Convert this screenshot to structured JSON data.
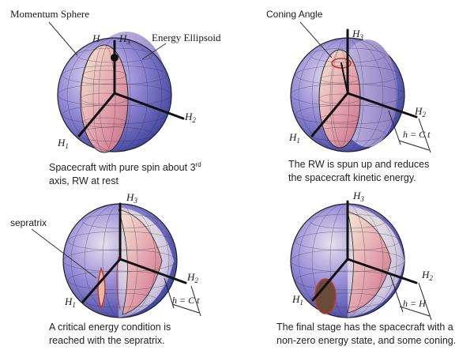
{
  "colors": {
    "sphere_light": "#e7dde8",
    "sphere_blue": "#6a6fcf",
    "sphere_dark": "#3a3f9e",
    "ellipsoid_light": "#f3dfcf",
    "ellipsoid_pink": "#d98a9c",
    "grid": "#2a2a3a",
    "axis": "#111111",
    "trajectory": "#c0392b"
  },
  "panels": [
    {
      "id": "top-left",
      "labels": {
        "sphere": "Momentum Sphere",
        "ellipsoid": "Energy Ellipsoid",
        "h": "H",
        "h3": "H",
        "h3_sub": "3",
        "h2": "H",
        "h2_sub": "2",
        "h1": "H",
        "h1_sub": "1"
      },
      "caption_line1_pre": "Spacecraft with pure spin about 3",
      "caption_line1_sup": "rd",
      "caption_line2": "axis, RW at rest"
    },
    {
      "id": "top-right",
      "labels": {
        "coning": "Coning Angle",
        "h3": "H",
        "h3_sub": "3",
        "h2": "H",
        "h2_sub": "2",
        "h1": "H",
        "h1_sub": "1",
        "hct": "h = C t"
      },
      "caption_line1": "The RW is spun up and reduces",
      "caption_line2": "the spacecraft kinetic energy."
    },
    {
      "id": "bottom-left",
      "labels": {
        "sepratrix": "sepratrix",
        "h3": "H",
        "h3_sub": "3",
        "h2": "H",
        "h2_sub": "2",
        "h1": "H",
        "h1_sub": "1",
        "hct": "h = C t"
      },
      "caption_line1": "A critical energy condition is",
      "caption_line2": "reached with the sepratrix."
    },
    {
      "id": "bottom-right",
      "labels": {
        "h3": "H",
        "h3_sub": "3",
        "h2": "H",
        "h2_sub": "2",
        "h1": "H",
        "h1_sub": "1",
        "hh": "h = H"
      },
      "caption_line1": "The final stage has the spacecraft with a",
      "caption_line2": "non-zero energy state, and some coning."
    }
  ]
}
